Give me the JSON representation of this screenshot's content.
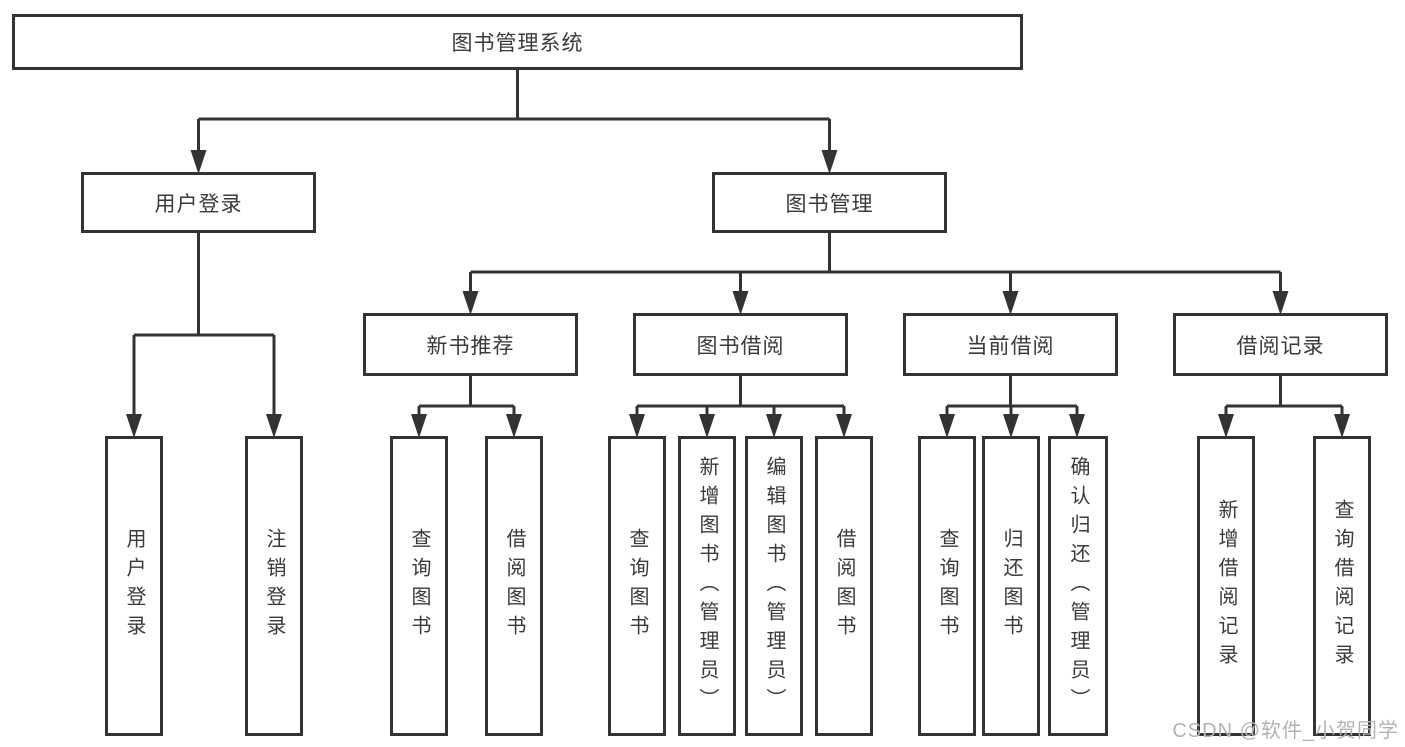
{
  "diagram": {
    "title_node": {
      "label": "图书管理系统"
    },
    "level2": [
      {
        "label": "用户登录"
      },
      {
        "label": "图书管理"
      }
    ],
    "level3": [
      {
        "label": "新书推荐"
      },
      {
        "label": "图书借阅"
      },
      {
        "label": "当前借阅"
      },
      {
        "label": "借阅记录"
      }
    ],
    "leaves": {
      "user": [
        {
          "label": "用户登录"
        },
        {
          "label": "注销登录"
        }
      ],
      "recommend": [
        {
          "label": "查询图书"
        },
        {
          "label": "借阅图书"
        }
      ],
      "borrow": [
        {
          "label": "查询图书"
        },
        {
          "label": "新增图书（管理员）"
        },
        {
          "label": "编辑图书（管理员）"
        },
        {
          "label": "借阅图书"
        }
      ],
      "current": [
        {
          "label": "查询图书"
        },
        {
          "label": "归还图书"
        },
        {
          "label": "确认归还（管理员）"
        }
      ],
      "records": [
        {
          "label": "新增借阅记录"
        },
        {
          "label": "查询借阅记录"
        }
      ]
    }
  },
  "colors": {
    "line": "#333333",
    "box_border": "#333333",
    "box_background": "#ffffff",
    "text": "#3a3a3a",
    "watermark": "#b3b3b3"
  },
  "watermark": {
    "text": "CSDN @软件_小贺同学"
  }
}
